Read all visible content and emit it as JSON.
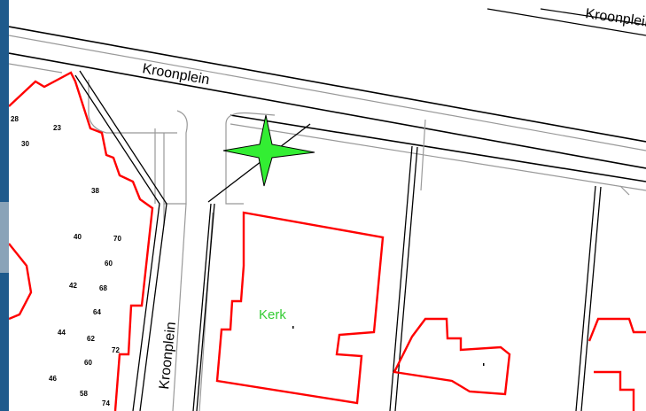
{
  "map": {
    "street_top": "Kroonplein",
    "street_vertical": "Kroonplein",
    "poi_label": "Kerk",
    "corner_label": "Kroonplein",
    "house_numbers": [
      "28",
      "23",
      "30",
      "38",
      "40",
      "70",
      "60",
      "42",
      "68",
      "64",
      "44",
      "62",
      "72",
      "60",
      "46",
      "58",
      "74"
    ],
    "colors": {
      "building_outline": "#ff0000",
      "poi_text": "#33cc33",
      "marker_fill": "#33ee33",
      "sidebar": "#1e5a8c"
    },
    "marker_icon": "star-marker-icon"
  }
}
